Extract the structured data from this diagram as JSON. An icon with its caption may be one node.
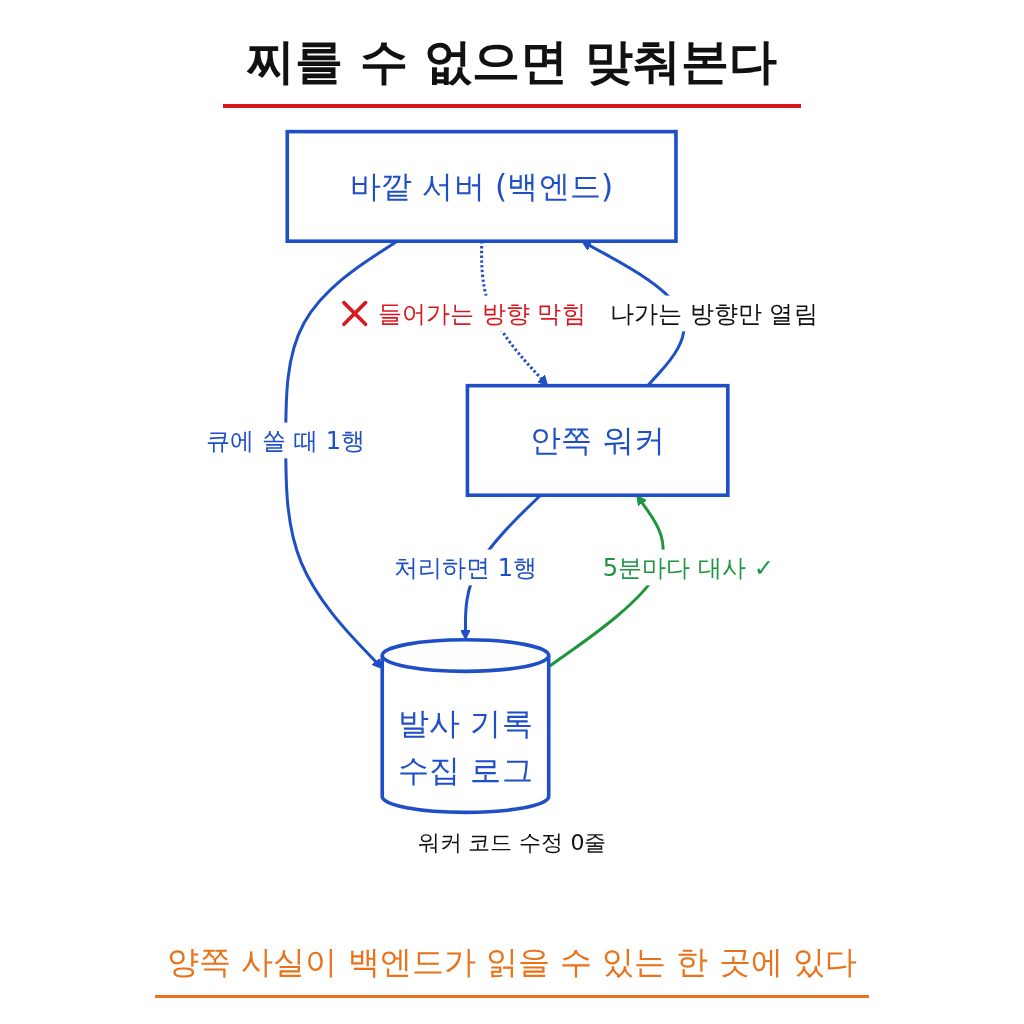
{
  "diagram": {
    "title": "찌를 수 없으면 맞춰본다",
    "caption": "양쪽 사실이 백엔드가 읽을 수 있는 한 곳에 있다",
    "nodes": [
      {
        "text": [
          "바깥 서버 (백엔드)"
        ]
      },
      {
        "text": [
          "안쪽 워커"
        ]
      },
      {
        "text": [
          "발사 기록",
          "수집 로그"
        ]
      }
    ],
    "edges": [
      {
        "from": 0,
        "to": 1,
        "arrow": "to",
        "style": "dashed",
        "label": "들어가는 방향 막힘"
      },
      {
        "from": 1,
        "to": 0,
        "arrow": "to",
        "label": "나가는 방향만 열림"
      },
      {
        "from": 0,
        "to": 2,
        "arrow": "to",
        "label": "큐에 쏠 때 1행"
      },
      {
        "from": 1,
        "to": 2,
        "arrow": "to",
        "label": "처리하면 1행"
      },
      {
        "from": 2,
        "to": 1,
        "arrow": "to",
        "label": "5분마다 대사 ✓",
        "color": "#1e9640"
      }
    ],
    "labels": [
      "워커 코드 수정 0줄"
    ]
  }
}
